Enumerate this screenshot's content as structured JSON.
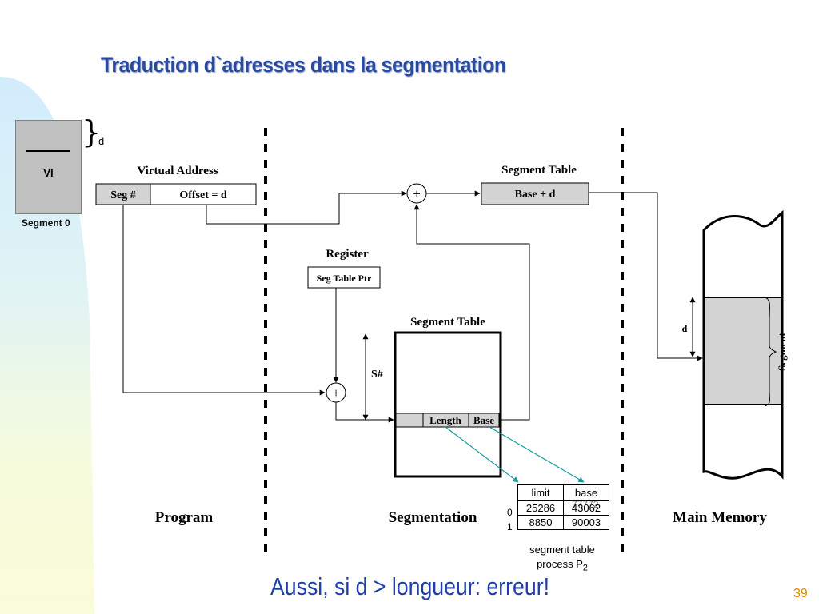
{
  "slide": {
    "title": "Traduction d`adresses dans la segmentation",
    "footer_text": "Aussi, si d > longueur: erreur!",
    "page_number": "39"
  },
  "segment0": {
    "vi_label": "VI",
    "caption": "Segment 0",
    "brace_label": "d"
  },
  "diagram": {
    "virtual_address_label": "Virtual Address",
    "seg_num_field": "Seg #",
    "offset_field": "Offset = d",
    "register_label": "Register",
    "seg_table_ptr": "Seg Table Ptr",
    "segment_table_top_label": "Segment Table",
    "base_plus_d": "Base + d",
    "segment_table_mid_label": "Segment Table",
    "s_hash_label": "S#",
    "length_field": "Length",
    "base_field": "Base",
    "adder_symbol": "+",
    "memory_d_label": "d",
    "segment_label": "Segment",
    "program_label": "Program",
    "segmentation_label": "Segmentation",
    "main_memory_label": "Main Memory"
  },
  "process_table": {
    "headers": [
      "limit",
      "base"
    ],
    "row_indices": [
      "0",
      "1"
    ],
    "rows": [
      [
        "25286",
        "43062"
      ],
      [
        "8850",
        "90003"
      ]
    ],
    "overlay_text": "77772",
    "caption_line1": "segment table",
    "caption_line2": "process P",
    "caption_subscript": "2"
  }
}
